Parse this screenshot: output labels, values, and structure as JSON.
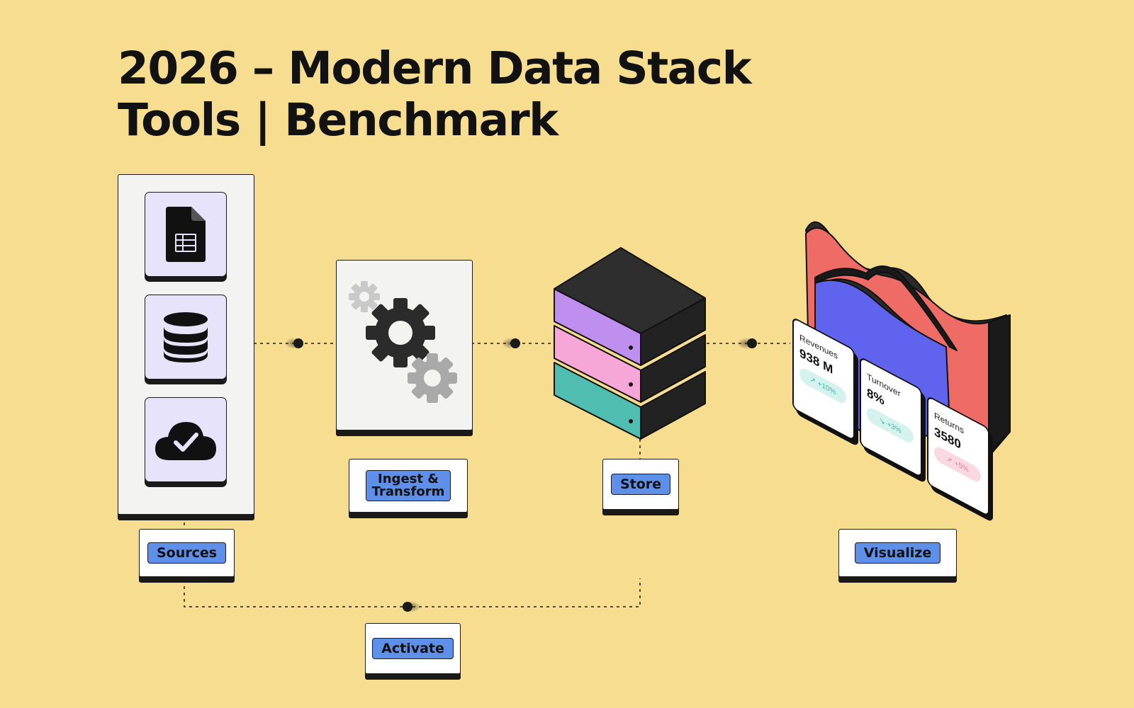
{
  "title": {
    "line1": "2026 – Modern Data Stack",
    "line2": "Tools | Benchmark"
  },
  "colors": {
    "background": "#f7dd8f",
    "label_fill": "#5e8fe9",
    "tile_fill": "#e6e3fa",
    "server_purple": "#bf8ff0",
    "server_pink": "#f6a7d8",
    "server_teal": "#4fbeb0",
    "chart_red": "#ee6b66",
    "chart_blue": "#5f63ee",
    "ink": "#121212"
  },
  "stages": {
    "sources": {
      "label": "Sources",
      "icons": [
        "spreadsheet-file-icon",
        "database-icon",
        "cloud-check-icon"
      ]
    },
    "ingest": {
      "label": "Ingest &\nTransform",
      "icons": [
        "small-gear-icon",
        "large-gear-icon",
        "medium-gear-icon"
      ]
    },
    "store": {
      "label": "Store",
      "icons": [
        "server-stack-icon"
      ]
    },
    "visualize": {
      "label": "Visualize"
    },
    "activate": {
      "label": "Activate"
    }
  },
  "kpi_cards": [
    {
      "title": "Revenues",
      "value": "938 M",
      "badge": "+10%",
      "trend": "up"
    },
    {
      "title": "Turnover",
      "value": "8%",
      "badge": "+3%",
      "trend": "down"
    },
    {
      "title": "Returns",
      "value": "3580",
      "badge": "+5%",
      "trend": "up"
    }
  ]
}
